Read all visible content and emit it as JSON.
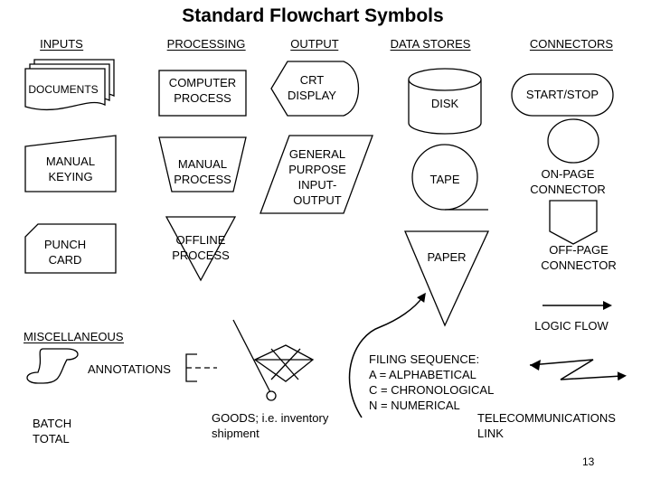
{
  "title": "Standard Flowchart Symbols",
  "headers": {
    "inputs": "INPUTS",
    "processing": "PROCESSING",
    "output": "OUTPUT",
    "data_stores": "DATA STORES",
    "connectors": "CONNECTORS"
  },
  "inputs": {
    "documents": "DOCUMENTS",
    "manual_keying": "MANUAL\nKEYING",
    "punch_card": "PUNCH\nCARD"
  },
  "processing": {
    "computer_process": "COMPUTER\nPROCESS",
    "manual_process": "MANUAL\nPROCESS",
    "offline_process": "OFFLINE\nPROCESS"
  },
  "output": {
    "crt_display": "CRT\nDISPLAY",
    "general_io": "GENERAL\nPURPOSE\nINPUT-\nOUTPUT"
  },
  "data_stores": {
    "disk": "DISK",
    "tape": "TAPE",
    "paper": "PAPER"
  },
  "connectors": {
    "start_stop": "START/STOP",
    "on_page": "ON-PAGE\nCONNECTOR",
    "off_page": "OFF-PAGE\nCONNECTOR",
    "logic_flow": "LOGIC FLOW"
  },
  "misc": {
    "heading": "MISCELLANEOUS",
    "annotations": "ANNOTATIONS",
    "batch_total": "BATCH\nTOTAL",
    "goods": "GOODS; i.e. inventory\nshipment",
    "filing_sequence": "FILING SEQUENCE:\nA = ALPHABETICAL\nC = CHRONOLOGICAL\nN = NUMERICAL",
    "telecom": "TELECOMMUNICATIONS\nLINK"
  },
  "page_number": "13",
  "colors": {
    "stroke": "#000000",
    "background": "#ffffff"
  }
}
